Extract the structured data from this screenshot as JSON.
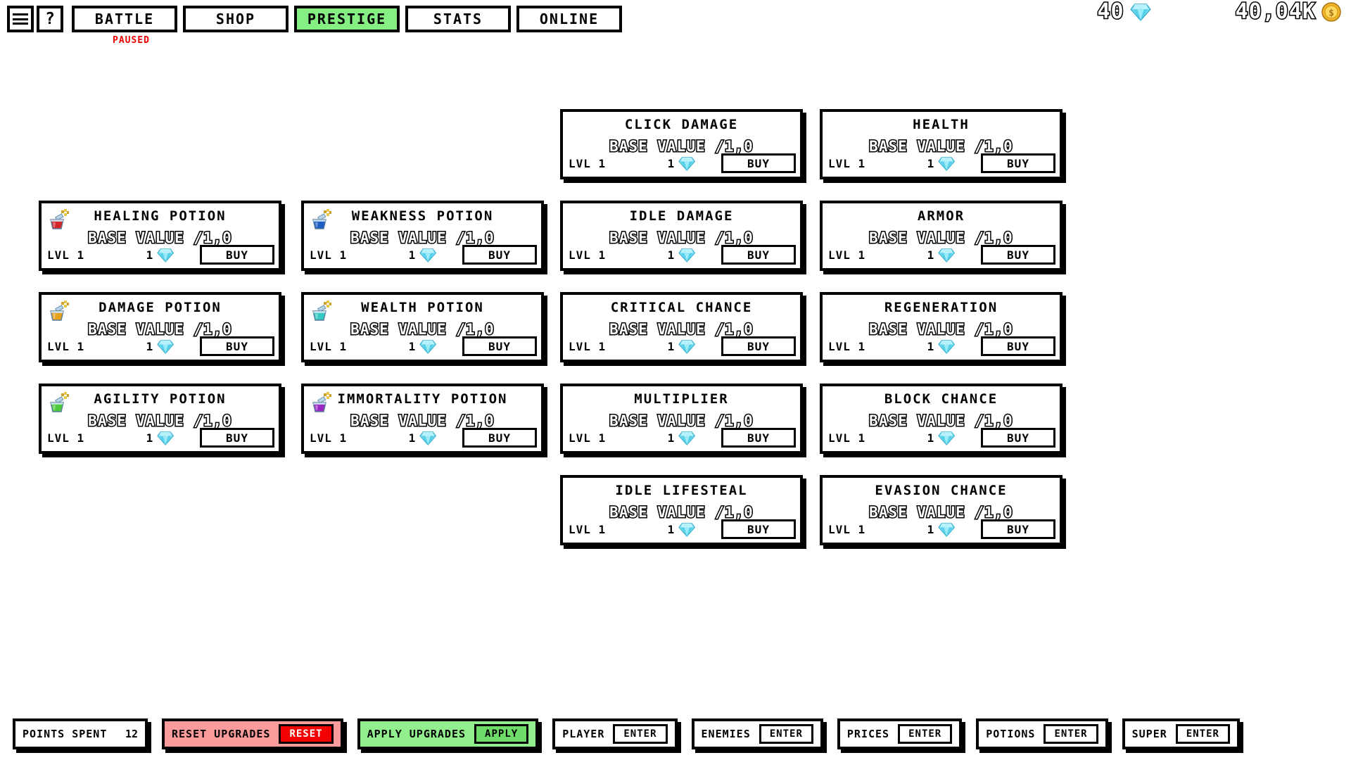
{
  "topbar": {
    "menu_icon": "hamburger-icon",
    "help_label": "?",
    "nav": [
      {
        "label": "BATTLE",
        "active": false
      },
      {
        "label": "SHOP",
        "active": false
      },
      {
        "label": "PRESTIGE",
        "active": true
      },
      {
        "label": "STATS",
        "active": false
      },
      {
        "label": "ONLINE",
        "active": false
      }
    ],
    "paused_label": "PAUSED",
    "paused_color": "#ee0000",
    "active_tab_color": "#86ef84"
  },
  "currencies": [
    {
      "name": "gems",
      "value": "40",
      "icon": "gem-icon",
      "color": "#6fd8f0"
    },
    {
      "name": "coins",
      "value": "40,04K",
      "icon": "coin-icon",
      "color": "#f5c542"
    }
  ],
  "columns": [
    {
      "name": "potions-left",
      "offset_cards": 0,
      "cards": [
        {
          "title": "HEALING POTION",
          "subtitle": "BASE VALUE /1,0",
          "level": "LVL 1",
          "cost": "1",
          "buy_label": "BUY",
          "icon": "potion-icon",
          "icon_color": "#d4252a"
        },
        {
          "title": "DAMAGE POTION",
          "subtitle": "BASE VALUE /1,0",
          "level": "LVL 1",
          "cost": "1",
          "buy_label": "BUY",
          "icon": "potion-icon",
          "icon_color": "#e8a11c"
        },
        {
          "title": "AGILITY POTION",
          "subtitle": "BASE VALUE /1,0",
          "level": "LVL 1",
          "cost": "1",
          "buy_label": "BUY",
          "icon": "potion-icon",
          "icon_color": "#4ec93c"
        }
      ]
    },
    {
      "name": "potions-right",
      "offset_cards": 0,
      "cards": [
        {
          "title": "WEAKNESS POTION",
          "subtitle": "BASE VALUE /1,0",
          "level": "LVL 1",
          "cost": "1",
          "buy_label": "BUY",
          "icon": "potion-icon",
          "icon_color": "#1d5fc4"
        },
        {
          "title": "WEALTH POTION",
          "subtitle": "BASE VALUE /1,0",
          "level": "LVL 1",
          "cost": "1",
          "buy_label": "BUY",
          "icon": "potion-icon",
          "icon_color": "#35c9c1"
        },
        {
          "title": "IMMORTALITY POTION",
          "subtitle": "BASE VALUE /1,0",
          "level": "LVL 1",
          "cost": "1",
          "buy_label": "BUY",
          "icon": "potion-icon",
          "icon_color": "#9b27c4"
        }
      ]
    },
    {
      "name": "stats-left",
      "offset_cards": 1,
      "cards": [
        {
          "title": "CLICK DAMAGE",
          "subtitle": "BASE VALUE /1,0",
          "level": "LVL 1",
          "cost": "1",
          "buy_label": "BUY",
          "icon": null,
          "icon_color": null
        },
        {
          "title": "IDLE DAMAGE",
          "subtitle": "BASE VALUE /1,0",
          "level": "LVL 1",
          "cost": "1",
          "buy_label": "BUY",
          "icon": null,
          "icon_color": null
        },
        {
          "title": "CRITICAL CHANCE",
          "subtitle": "BASE VALUE /1,0",
          "level": "LVL 1",
          "cost": "1",
          "buy_label": "BUY",
          "icon": null,
          "icon_color": null
        },
        {
          "title": "MULTIPLIER",
          "subtitle": "BASE VALUE /1,0",
          "level": "LVL 1",
          "cost": "1",
          "buy_label": "BUY",
          "icon": null,
          "icon_color": null
        },
        {
          "title": "IDLE LIFESTEAL",
          "subtitle": "BASE VALUE /1,0",
          "level": "LVL 1",
          "cost": "1",
          "buy_label": "BUY",
          "icon": null,
          "icon_color": null
        }
      ]
    },
    {
      "name": "stats-right",
      "offset_cards": 1,
      "cards": [
        {
          "title": "HEALTH",
          "subtitle": "BASE VALUE /1,0",
          "level": "LVL 1",
          "cost": "1",
          "buy_label": "BUY",
          "icon": null,
          "icon_color": null
        },
        {
          "title": "ARMOR",
          "subtitle": "BASE VALUE /1,0",
          "level": "LVL 1",
          "cost": "1",
          "buy_label": "BUY",
          "icon": null,
          "icon_color": null
        },
        {
          "title": "REGENERATION",
          "subtitle": "BASE VALUE /1,0",
          "level": "LVL 1",
          "cost": "1",
          "buy_label": "BUY",
          "icon": null,
          "icon_color": null
        },
        {
          "title": "BLOCK CHANCE",
          "subtitle": "BASE VALUE /1,0",
          "level": "LVL 1",
          "cost": "1",
          "buy_label": "BUY",
          "icon": null,
          "icon_color": null
        },
        {
          "title": "EVASION CHANCE",
          "subtitle": "BASE VALUE /1,0",
          "level": "LVL 1",
          "cost": "1",
          "buy_label": "BUY",
          "icon": null,
          "icon_color": null
        }
      ]
    }
  ],
  "bottombar": {
    "points_spent_label": "POINTS SPENT",
    "points_spent_value": "12",
    "reset_label": "RESET UPGRADES",
    "reset_button": "RESET",
    "apply_label": "APPLY UPGRADES",
    "apply_button": "APPLY",
    "enter_panels": [
      {
        "label": "PLAYER",
        "button": "ENTER"
      },
      {
        "label": "ENEMIES",
        "button": "ENTER"
      },
      {
        "label": "PRICES",
        "button": "ENTER"
      },
      {
        "label": "POTIONS",
        "button": "ENTER"
      },
      {
        "label": "SUPER",
        "button": "ENTER"
      }
    ],
    "reset_panel_color": "#fb9b9b",
    "apply_panel_color": "#90ef8c",
    "reset_button_color": "#f50000",
    "apply_button_color": "#6fdc6a"
  }
}
